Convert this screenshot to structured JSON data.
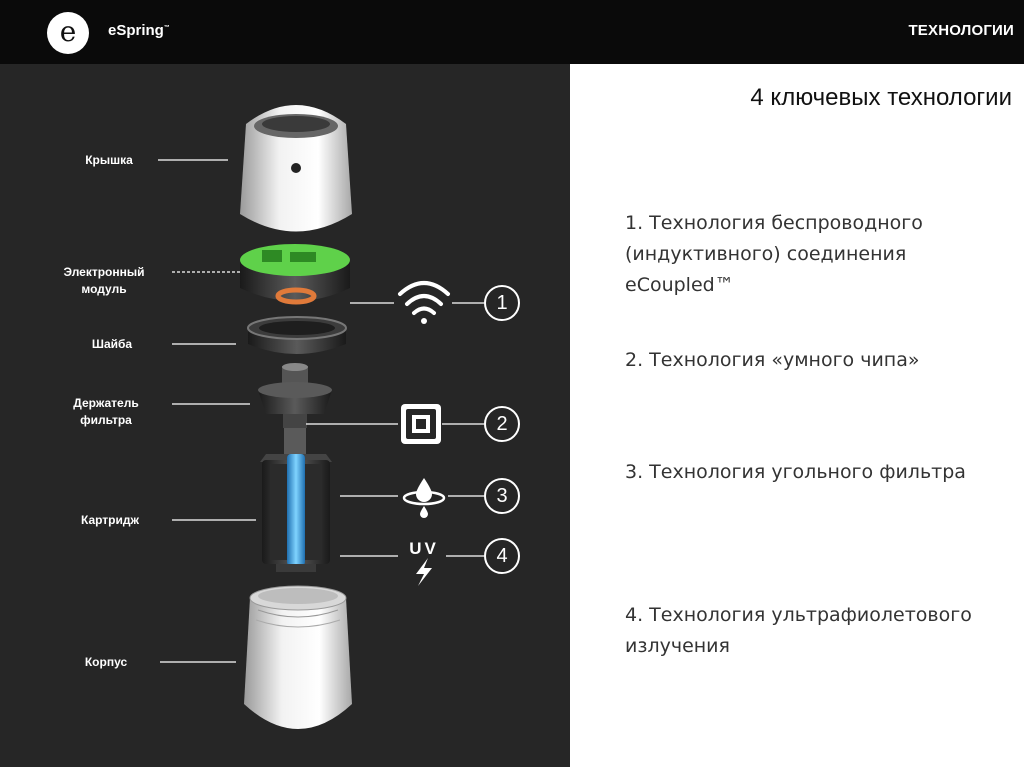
{
  "header": {
    "logo_letter": "e",
    "brand": "eSpring",
    "brand_tm": "™",
    "section": "ТЕХНОЛОГИИ"
  },
  "diagram": {
    "labels": {
      "lid": "Крышка",
      "electronic_module": "Электронный модуль",
      "washer": "Шайба",
      "filter_holder": "Держатель фильтра",
      "cartridge": "Картридж",
      "body": "Корпус"
    },
    "uv_text": "UV",
    "markers": [
      "1",
      "2",
      "3",
      "4"
    ],
    "icons": [
      "wifi-icon",
      "chip-icon",
      "water-drop-icon",
      "uv-lightning-icon"
    ]
  },
  "content": {
    "heading": "4 ключевых технологии",
    "technologies": [
      "1.   Технология беспроводного (индуктивного) соединения eCoupled™",
      "2.   Технология «умного чипа»",
      "3.   Технология угольного фильтра",
      "4.   Технология ультрафиолетового излучения"
    ]
  },
  "colors": {
    "topbar": "#0a0a0a",
    "panel": "#262626",
    "module_green": "#5fd14a",
    "coil_orange": "#e07a3a",
    "cartridge_blue": "#3ab0e8"
  }
}
